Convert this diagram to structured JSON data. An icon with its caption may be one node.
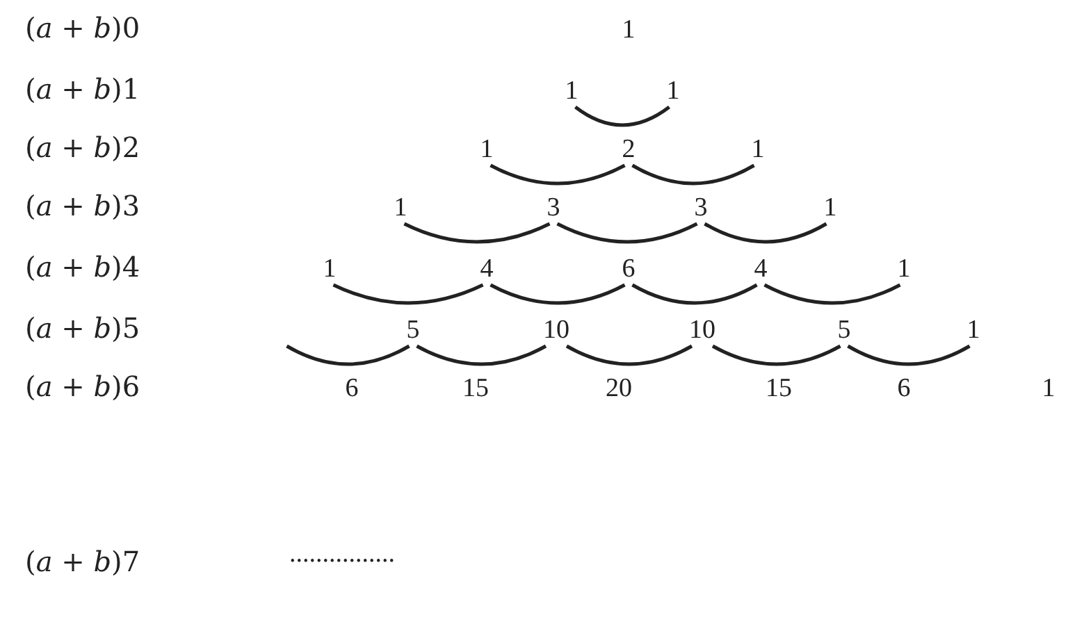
{
  "diagram": {
    "nodes": [
      {
        "text": [
          "1"
        ]
      },
      {
        "text": [
          "1"
        ]
      },
      {
        "text": [
          "1"
        ]
      },
      {
        "text": [
          "1"
        ]
      },
      {
        "text": [
          "2"
        ]
      },
      {
        "text": [
          "1"
        ]
      },
      {
        "text": [
          "1"
        ]
      },
      {
        "text": [
          "3"
        ]
      },
      {
        "text": [
          "3"
        ]
      },
      {
        "text": [
          "1"
        ]
      },
      {
        "text": [
          "1"
        ]
      },
      {
        "text": [
          "4"
        ]
      },
      {
        "text": [
          "6"
        ]
      },
      {
        "text": [
          "4"
        ]
      },
      {
        "text": [
          "1"
        ]
      },
      {
        "text": [
          "5"
        ]
      },
      {
        "text": [
          "10"
        ]
      },
      {
        "text": [
          "10"
        ]
      },
      {
        "text": [
          "5"
        ]
      },
      {
        "text": [
          "1"
        ]
      },
      {
        "text": [
          "6"
        ]
      },
      {
        "text": [
          "15"
        ]
      },
      {
        "text": [
          "20"
        ]
      },
      {
        "text": [
          "15"
        ]
      },
      {
        "text": [
          "6"
        ]
      },
      {
        "text": [
          "1"
        ]
      }
    ],
    "edges": [
      {
        "from": 1,
        "to": 2,
        "arrow": "none"
      },
      {
        "from": 3,
        "to": 4,
        "arrow": "none"
      },
      {
        "from": 4,
        "to": 5,
        "arrow": "none"
      },
      {
        "from": 6,
        "to": 7,
        "arrow": "none"
      },
      {
        "from": 7,
        "to": 8,
        "arrow": "none"
      },
      {
        "from": 8,
        "to": 9,
        "arrow": "none"
      },
      {
        "from": 10,
        "to": 11,
        "arrow": "none"
      },
      {
        "from": 11,
        "to": 12,
        "arrow": "none"
      },
      {
        "from": 12,
        "to": 13,
        "arrow": "none"
      },
      {
        "from": 13,
        "to": 14,
        "arrow": "none"
      },
      {
        "from": null,
        "to": 15,
        "arrow": "none"
      },
      {
        "from": 15,
        "to": 16,
        "arrow": "none"
      },
      {
        "from": 16,
        "to": 17,
        "arrow": "none"
      },
      {
        "from": 17,
        "to": 18,
        "arrow": "none"
      },
      {
        "from": 18,
        "to": 19,
        "arrow": "none"
      }
    ],
    "labels": [
      "(*a* + *b*)0",
      "(*a* + *b*)1",
      "(*a* + *b*)2",
      "(*a* + *b*)3",
      "(*a* + *b*)4",
      "(*a* + *b*)5",
      "(*a* + *b*)6",
      "(*a* + *b*)7",
      "................"
    ]
  }
}
